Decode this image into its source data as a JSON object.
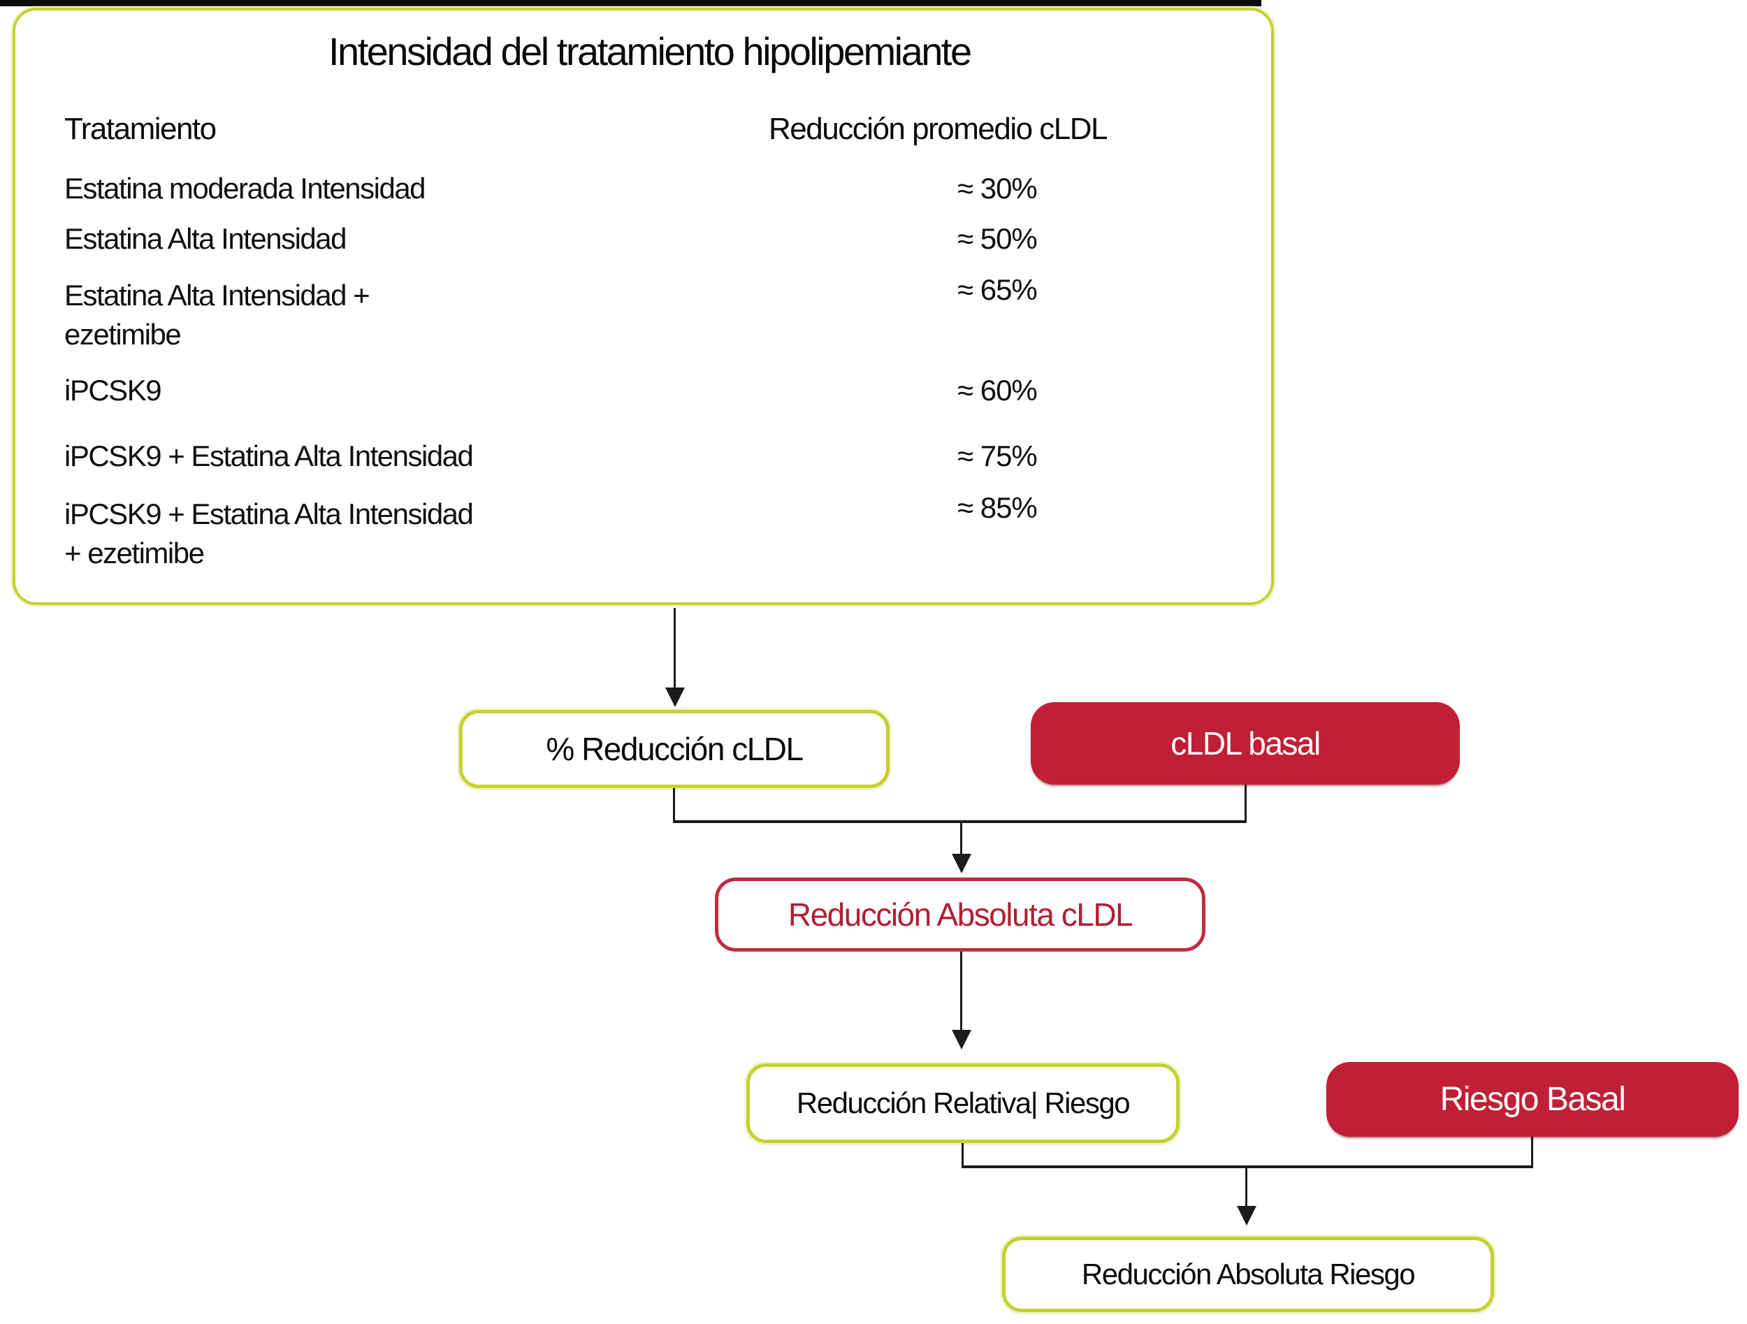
{
  "table": {
    "title": "Intensidad del tratamiento hipolipemiante",
    "col1_header": "Tratamiento",
    "col2_header": "Reducción promedio cLDL",
    "rows": [
      {
        "treatment": "Estatina moderada Intensidad",
        "reduction": "≈ 30%"
      },
      {
        "treatment": "Estatina Alta Intensidad",
        "reduction": "≈ 50%"
      },
      {
        "treatment": "Estatina Alta Intensidad +\nezetimibe",
        "reduction": "≈ 65%"
      },
      {
        "treatment": "iPCSK9",
        "reduction": "≈ 60%"
      },
      {
        "treatment": "iPCSK9 + Estatina Alta Intensidad",
        "reduction": "≈ 75%"
      },
      {
        "treatment": "iPCSK9 + Estatina Alta Intensidad\n+ ezetimibe",
        "reduction": "≈ 85%"
      }
    ]
  },
  "flow": {
    "pct_reduction_ldl": "% Reducción cLDL",
    "ldl_basal": "cLDL basal",
    "absolute_reduction_ldl": "Reducción Absoluta cLDL",
    "relative_risk_reduction": "Reducción Relativa| Riesgo",
    "risk_basal": "Riesgo Basal",
    "absolute_risk_reduction": "Reducción Absoluta Riesgo"
  },
  "colors": {
    "accent_green": "#c5d02f",
    "brand_red": "#c01f35",
    "outline_red": "#c02c3e",
    "red_text": "#b01f31",
    "line": "#1b1b1b"
  }
}
